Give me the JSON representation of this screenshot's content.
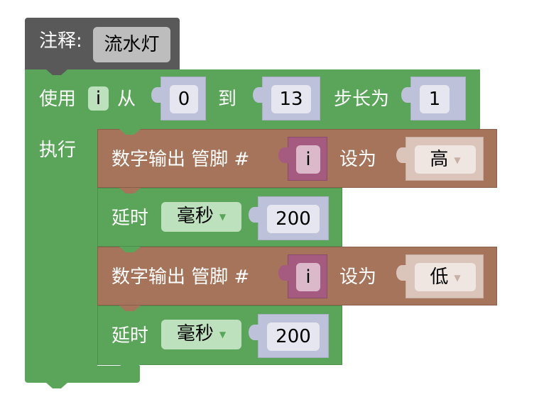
{
  "comment": {
    "label": "注释:",
    "value": "流水灯"
  },
  "for_loop": {
    "use": "使用",
    "var": "i",
    "from": "从",
    "from_value": "0",
    "to": "到",
    "to_value": "13",
    "step": "步长为",
    "step_value": "1",
    "do": "执行"
  },
  "statements": [
    {
      "label": "数字输出 管脚 #",
      "pin_var": "i",
      "set": "设为",
      "value": "高",
      "arrow": "▼"
    },
    {
      "label": "延时",
      "unit": "毫秒",
      "arrow": "▼",
      "value": "200"
    },
    {
      "label": "数字输出 管脚 #",
      "pin_var": "i",
      "set": "设为",
      "value": "低",
      "arrow": "▼"
    },
    {
      "label": "延时",
      "unit": "毫秒",
      "arrow": "▼",
      "value": "200"
    }
  ]
}
